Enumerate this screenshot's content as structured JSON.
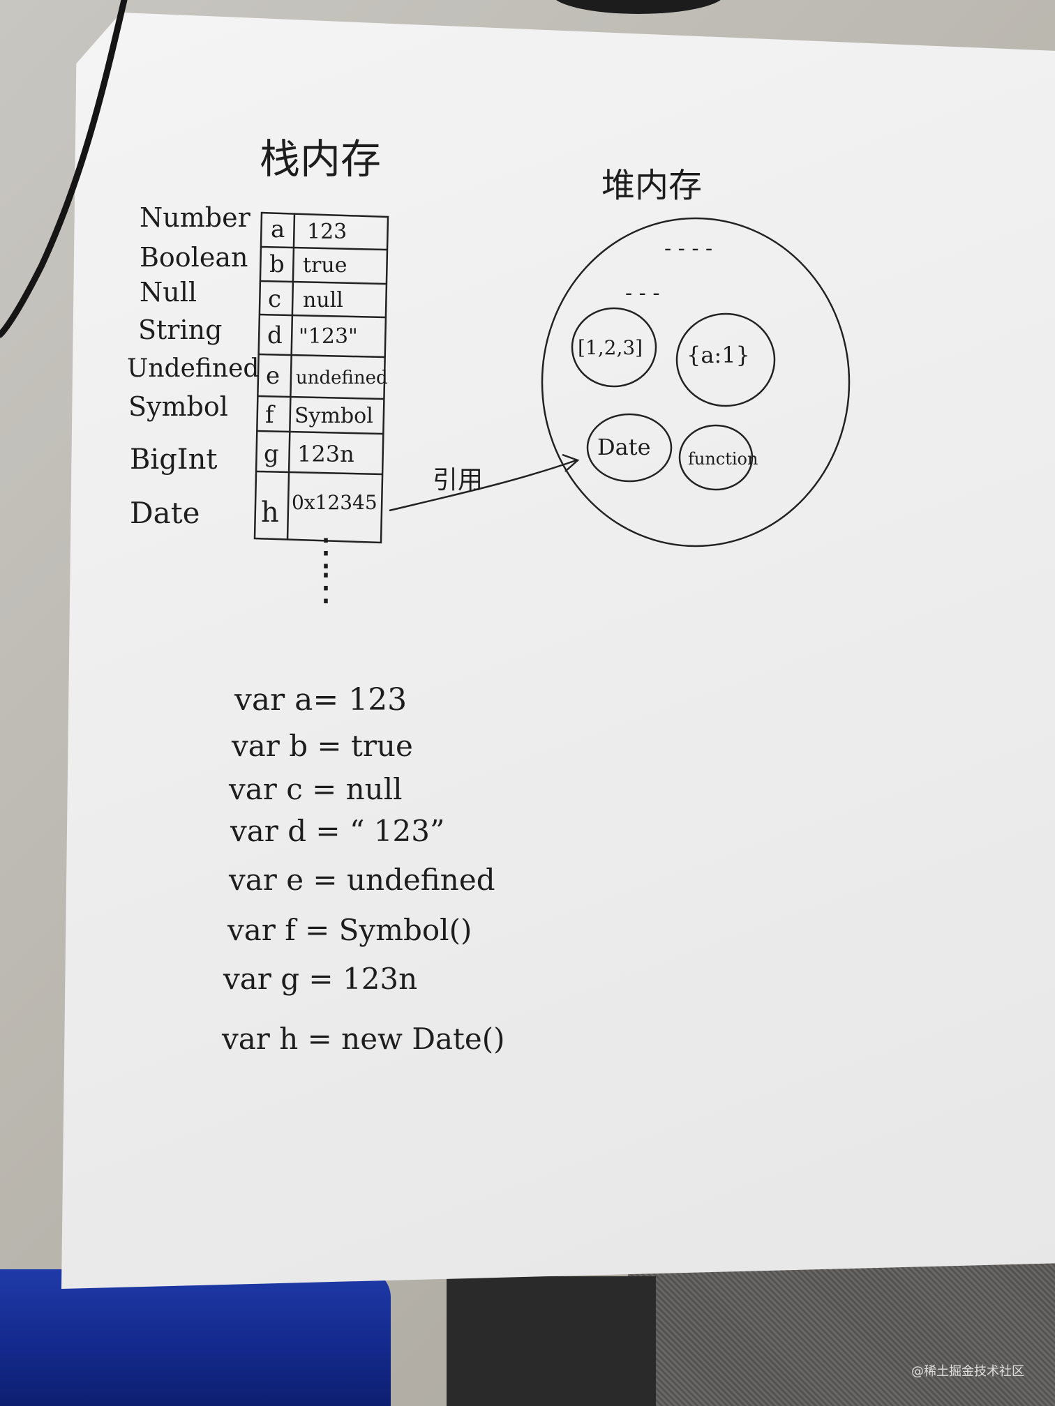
{
  "stack": {
    "title": "栈内存",
    "rows": [
      {
        "type": "Number",
        "var": "a",
        "value": "123"
      },
      {
        "type": "Boolean",
        "var": "b",
        "value": "true"
      },
      {
        "type": "Null",
        "var": "c",
        "value": "null"
      },
      {
        "type": "String",
        "var": "d",
        "value": "\"123\""
      },
      {
        "type": "Undefined",
        "var": "e",
        "value": "undefined"
      },
      {
        "type": "Symbol",
        "var": "f",
        "value": "Symbol"
      },
      {
        "type": "BigInt",
        "var": "g",
        "value": "123n"
      },
      {
        "type": "Date",
        "var": "h",
        "value": "0x12345"
      }
    ],
    "dots": "⋮"
  },
  "heap": {
    "title": "堆内存",
    "dots_top": "- - - -",
    "dots_mid": "- - -",
    "items": [
      "[1,2,3]",
      "{a:1}",
      "Date",
      "function"
    ]
  },
  "reference_label": "引用",
  "code_lines": [
    "var  a= 123",
    "var  b = true",
    "var  c = null",
    "var  d = “ 123”",
    "var  e = undefined",
    "var  f = Symbol()",
    "var  g = 123n",
    "var  h = new Date()"
  ],
  "watermark": "@稀土掘金技术社区"
}
